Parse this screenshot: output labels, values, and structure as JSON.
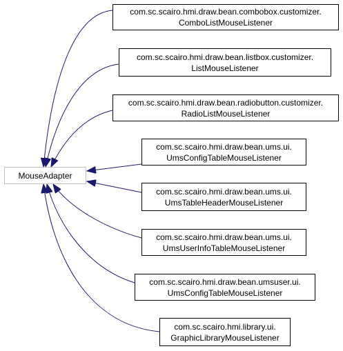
{
  "diagram": {
    "base": {
      "label": "MouseAdapter"
    },
    "subclasses": [
      {
        "line1": "com.sc.scairo.hmi.draw.bean.combobox.customizer.",
        "line2": "ComboListMouseListener"
      },
      {
        "line1": "com.sc.scairo.hmi.draw.bean.listbox.customizer.",
        "line2": "ListMouseListener"
      },
      {
        "line1": "com.sc.scairo.hmi.draw.bean.radiobutton.customizer.",
        "line2": "RadioListMouseListener"
      },
      {
        "line1": "com.sc.scairo.hmi.draw.bean.ums.ui.",
        "line2": "UmsConfigTableMouseListener"
      },
      {
        "line1": "com.sc.scairo.hmi.draw.bean.ums.ui.",
        "line2": "UmsTableHeaderMouseListener"
      },
      {
        "line1": "com.sc.scairo.hmi.draw.bean.ums.ui.",
        "line2": "UmsUserInfoTableMouseListener"
      },
      {
        "line1": "com.sc.scairo.hmi.draw.bean.umsuser.ui.",
        "line2": "UmsConfigTableMouseListener"
      },
      {
        "line1": "com.sc.scairo.hmi.library.ui.",
        "line2": "GraphicLibraryMouseListener"
      }
    ],
    "colors": {
      "edge": "#191970",
      "node_border": "#000000",
      "base_border": "#bfbfbf"
    }
  }
}
